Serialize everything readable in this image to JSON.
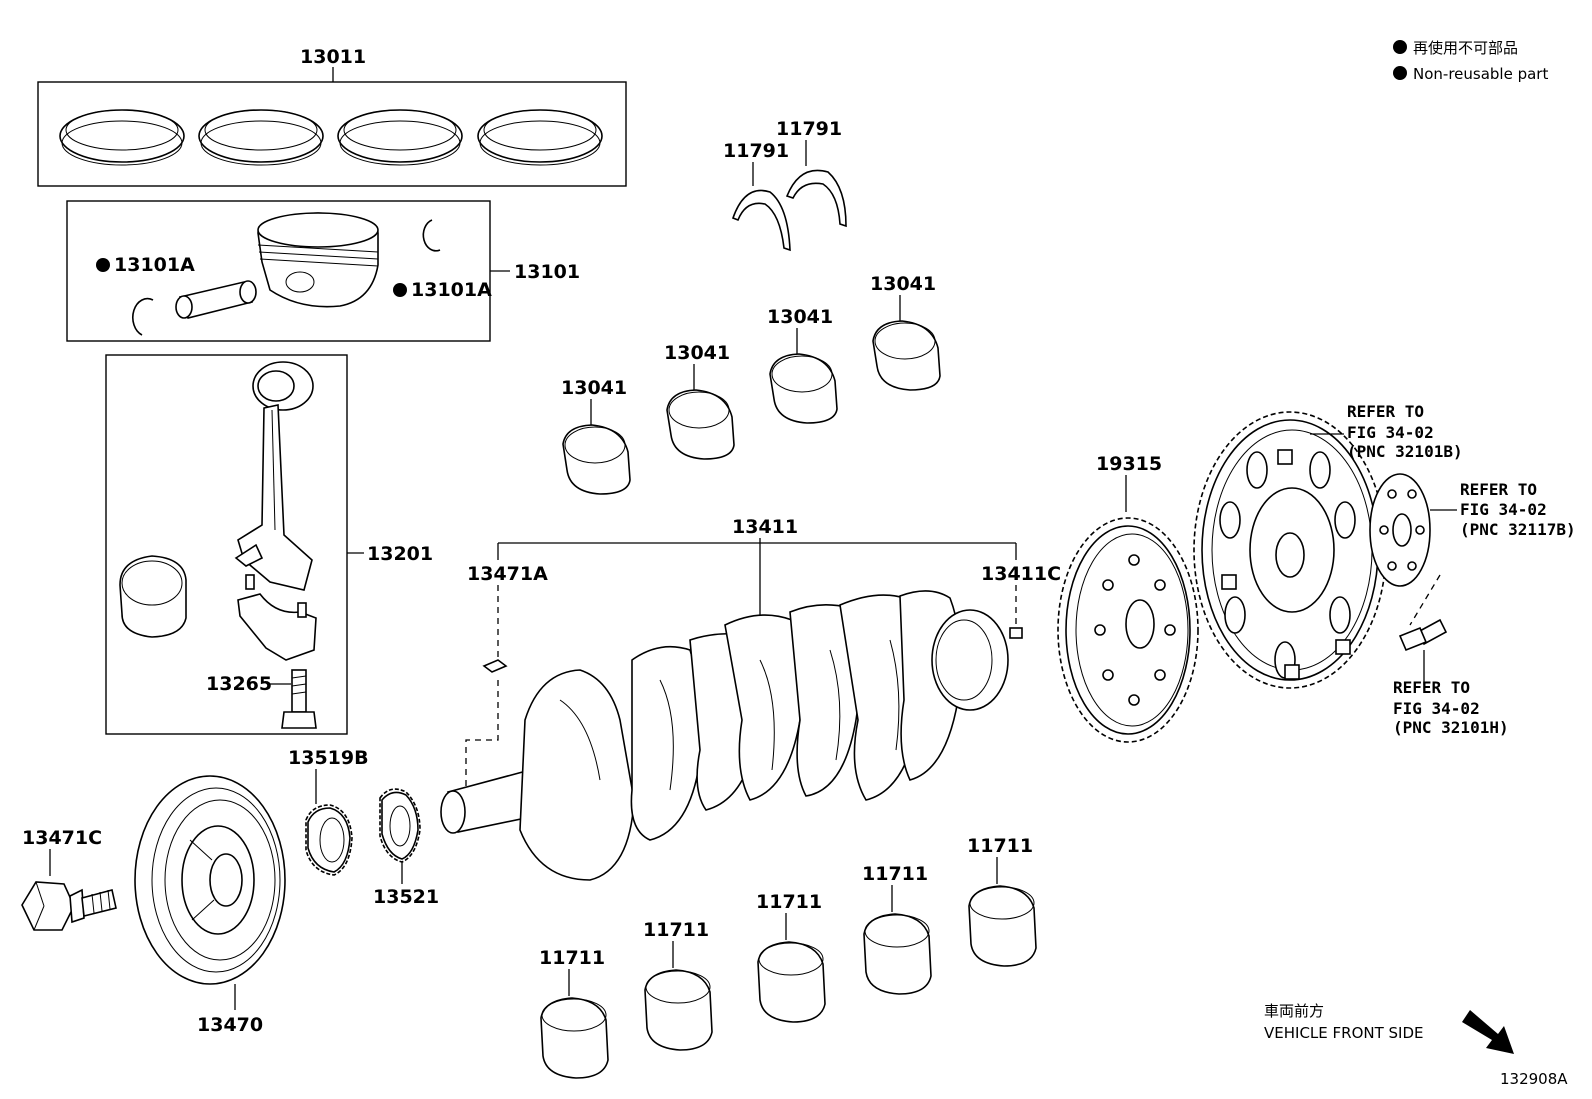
{
  "legend": {
    "line_jp": "再使用不可部品",
    "line_en": "Non-reusable part"
  },
  "parts": {
    "p13011": "13011",
    "p13101": "13101",
    "p13101A_left": "13101A",
    "p13101A_right": "13101A",
    "p13201": "13201",
    "p13265": "13265",
    "p11791_a": "11791",
    "p11791_b": "11791",
    "p13041_a": "13041",
    "p13041_b": "13041",
    "p13041_c": "13041",
    "p13041_d": "13041",
    "p13411": "13411",
    "p13471A": "13471A",
    "p13411C": "13411C",
    "p19315": "19315",
    "p13519B": "13519B",
    "p13521": "13521",
    "p13471C": "13471C",
    "p13470": "13470",
    "p11711_a": "11711",
    "p11711_b": "11711",
    "p11711_c": "11711",
    "p11711_d": "11711",
    "p11711_e": "11711"
  },
  "refs": {
    "ref1": {
      "line1": "REFER TO",
      "line2": "FIG 34-02",
      "line3": "(PNC 32101B)"
    },
    "ref2": {
      "line1": "REFER TO",
      "line2": "FIG 34-02",
      "line3": "(PNC 32117B)"
    },
    "ref3": {
      "line1": "REFER TO",
      "line2": "FIG 34-02",
      "line3": "(PNC 32101H)"
    }
  },
  "front": {
    "jp": "車両前方",
    "en": "VEHICLE FRONT SIDE"
  },
  "figure_id": "132908A"
}
